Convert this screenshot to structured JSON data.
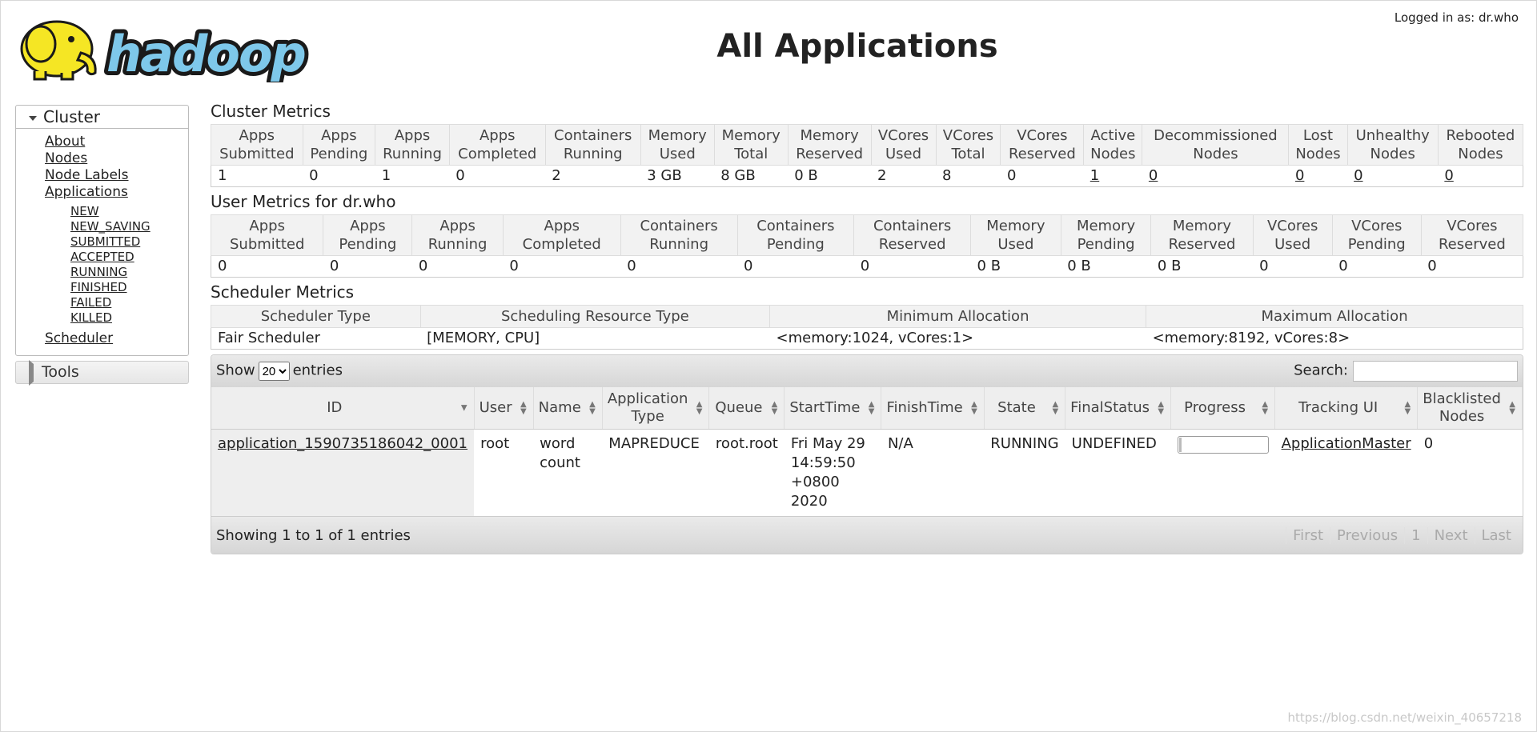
{
  "header": {
    "logo_text": "hadoop",
    "logged_in": "Logged in as: dr.who",
    "title": "All Applications"
  },
  "sidebar": {
    "cluster_label": "Cluster",
    "links": [
      "About",
      "Nodes",
      "Node Labels",
      "Applications"
    ],
    "app_states": [
      "NEW",
      "NEW_SAVING",
      "SUBMITTED",
      "ACCEPTED",
      "RUNNING",
      "FINISHED",
      "FAILED",
      "KILLED"
    ],
    "scheduler": "Scheduler",
    "tools_label": "Tools"
  },
  "cluster_metrics": {
    "title": "Cluster Metrics",
    "headers": [
      [
        "Apps",
        "Submitted"
      ],
      [
        "Apps",
        "Pending"
      ],
      [
        "Apps",
        "Running"
      ],
      [
        "Apps",
        "Completed"
      ],
      [
        "Containers",
        "Running"
      ],
      [
        "Memory",
        "Used"
      ],
      [
        "Memory",
        "Total"
      ],
      [
        "Memory",
        "Reserved"
      ],
      [
        "VCores",
        "Used"
      ],
      [
        "VCores",
        "Total"
      ],
      [
        "VCores",
        "Reserved"
      ],
      [
        "Active",
        "Nodes"
      ],
      [
        "Decommissioned",
        "Nodes"
      ],
      [
        "Lost",
        "Nodes"
      ],
      [
        "Unhealthy",
        "Nodes"
      ],
      [
        "Rebooted",
        "Nodes"
      ]
    ],
    "values": [
      "1",
      "0",
      "1",
      "0",
      "2",
      "3 GB",
      "8 GB",
      "0 B",
      "2",
      "8",
      "0",
      "1",
      "0",
      "0",
      "0",
      "0"
    ],
    "linked": [
      false,
      false,
      false,
      false,
      false,
      false,
      false,
      false,
      false,
      false,
      false,
      true,
      true,
      true,
      true,
      true
    ]
  },
  "user_metrics": {
    "title": "User Metrics for dr.who",
    "headers": [
      [
        "Apps",
        "Submitted"
      ],
      [
        "Apps",
        "Pending"
      ],
      [
        "Apps",
        "Running"
      ],
      [
        "Apps",
        "Completed"
      ],
      [
        "Containers",
        "Running"
      ],
      [
        "Containers",
        "Pending"
      ],
      [
        "Containers",
        "Reserved"
      ],
      [
        "Memory",
        "Used"
      ],
      [
        "Memory",
        "Pending"
      ],
      [
        "Memory",
        "Reserved"
      ],
      [
        "VCores",
        "Used"
      ],
      [
        "VCores",
        "Pending"
      ],
      [
        "VCores",
        "Reserved"
      ]
    ],
    "values": [
      "0",
      "0",
      "0",
      "0",
      "0",
      "0",
      "0",
      "0 B",
      "0 B",
      "0 B",
      "0",
      "0",
      "0"
    ]
  },
  "scheduler_metrics": {
    "title": "Scheduler Metrics",
    "headers": [
      "Scheduler Type",
      "Scheduling Resource Type",
      "Minimum Allocation",
      "Maximum Allocation"
    ],
    "values": [
      "Fair Scheduler",
      "[MEMORY, CPU]",
      "<memory:1024, vCores:1>",
      "<memory:8192, vCores:8>"
    ]
  },
  "apps_table": {
    "show_label": "Show",
    "entries_label": "entries",
    "page_size": "20",
    "page_size_options": [
      "20"
    ],
    "search_label": "Search:",
    "columns": [
      [
        "ID"
      ],
      [
        "User"
      ],
      [
        "Name"
      ],
      [
        "Application",
        "Type"
      ],
      [
        "Queue"
      ],
      [
        "StartTime"
      ],
      [
        "FinishTime"
      ],
      [
        "State"
      ],
      [
        "FinalStatus"
      ],
      [
        "Progress"
      ],
      [
        "Tracking UI"
      ],
      [
        "Blacklisted",
        "Nodes"
      ]
    ],
    "rows": [
      {
        "id": "application_1590735186042_0001",
        "user": "root",
        "name": "word count",
        "type": "MAPREDUCE",
        "queue": "root.root",
        "start_time": "Fri May 29 14:59:50 +0800 2020",
        "finish_time": "N/A",
        "state": "RUNNING",
        "final_status": "UNDEFINED",
        "progress": 0.03,
        "tracking_ui": "ApplicationMaster",
        "blacklisted": "0"
      }
    ],
    "info": "Showing 1 to 1 of 1 entries",
    "pager": [
      "First",
      "Previous",
      "1",
      "Next",
      "Last"
    ]
  },
  "watermark": "https://blog.csdn.net/weixin_40657218"
}
